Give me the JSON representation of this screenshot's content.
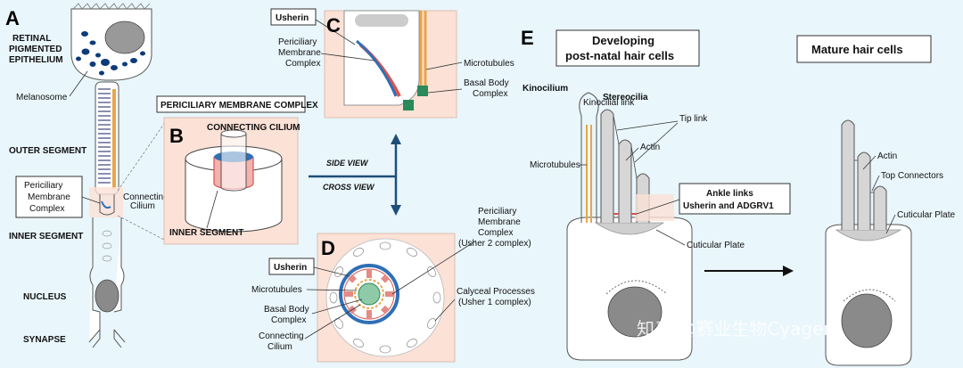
{
  "panels": {
    "a": "A",
    "b": "B",
    "c": "C",
    "d": "D",
    "e": "E"
  },
  "panel_a": {
    "rpe_line1": "RETINAL",
    "rpe_line2": "PIGMENTED",
    "rpe_line3": "EPITHELIUM",
    "melanosome": "Melanosome",
    "outer_segment": "OUTER SEGMENT",
    "pmc_line1": "Periciliary",
    "pmc_line2": "Membrane",
    "pmc_line3": "Complex",
    "cc_line1": "Connecting",
    "cc_line2": "Cilium",
    "inner_segment": "INNER SEGMENT",
    "nucleus": "NUCLEUS",
    "synapse": "SYNAPSE"
  },
  "panel_b": {
    "header": "PERICILIARY MEMBRANE COMPLEX",
    "connecting_cilium": "CONNECTING CILIUM",
    "inner_segment": "INNER SEGMENT"
  },
  "views": {
    "side": "SIDE VIEW",
    "cross": "CROSS VIEW"
  },
  "panel_c": {
    "usherin": "Usherin",
    "pmc_line1": "Periciliary",
    "pmc_line2": "Membrane",
    "pmc_line3": "Complex",
    "microtubules": "Microtubules",
    "bbc_line1": "Basal Body",
    "bbc_line2": "Complex"
  },
  "panel_d": {
    "usherin": "Usherin",
    "microtubules": "Microtubules",
    "bbc_line1": "Basal Body",
    "bbc_line2": "Complex",
    "cc_line1": "Connecting",
    "cc_line2": "Cilium",
    "pmc_line1": "Periciliary",
    "pmc_line2": "Membrane",
    "pmc_line3": "Complex",
    "pmc_line4": "(Usher 2 complex)",
    "cp_line1": "Calyceal Processes",
    "cp_line2": "(Usher 1 complex)"
  },
  "panel_e": {
    "developing_line1": "Developing",
    "developing_line2": "post-natal hair cells",
    "mature": "Mature hair cells",
    "kinocilial_link": "Kinocilial link",
    "kinocilium": "Kinocilium",
    "stereocilia": "Stereocilia",
    "tip_link": "Tip link",
    "actin": "Actin",
    "microtubules": "Microtubules",
    "ankle_line1": "Ankle links",
    "ankle_line2": "Usherin and ADGRV1",
    "cuticular_plate": "Cuticular Plate",
    "actin_mature": "Actin",
    "top_connectors": "Top Connectors",
    "cuticular_plate_mature": "Cuticular Plate"
  },
  "watermark": "知乎 @赛业生物Cyagen",
  "colors": {
    "background": "#e9f6fb",
    "highlight": "#fbe1d6",
    "melanin": "#0d3b7a",
    "usherin_blue": "#2f6fb5",
    "membrane_red": "#d9534f",
    "microtubule": "#e8a64a",
    "basal_body": "#2a8a5a",
    "nucleus": "#8a8a8a",
    "arrow": "#1f4e79"
  }
}
